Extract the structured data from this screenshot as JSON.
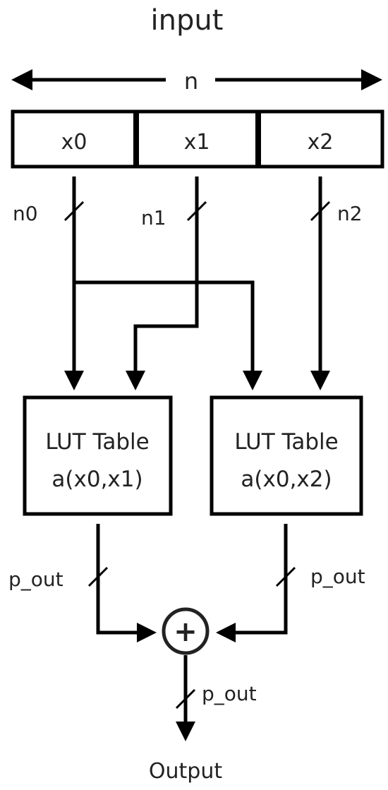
{
  "diagram": {
    "input_label": "input",
    "width_label": "n",
    "fields": [
      "x0",
      "x1",
      "x2"
    ],
    "bus_widths": [
      "n0",
      "n1",
      "n2"
    ],
    "lut_tables": [
      {
        "title": "LUT Table",
        "function": "a(x0,x1)"
      },
      {
        "title": "LUT Table",
        "function": "a(x0,x2)"
      }
    ],
    "lut_output_width": "p_out",
    "adder_symbol": "+",
    "final_width": "p_out",
    "output_label": "Output"
  }
}
